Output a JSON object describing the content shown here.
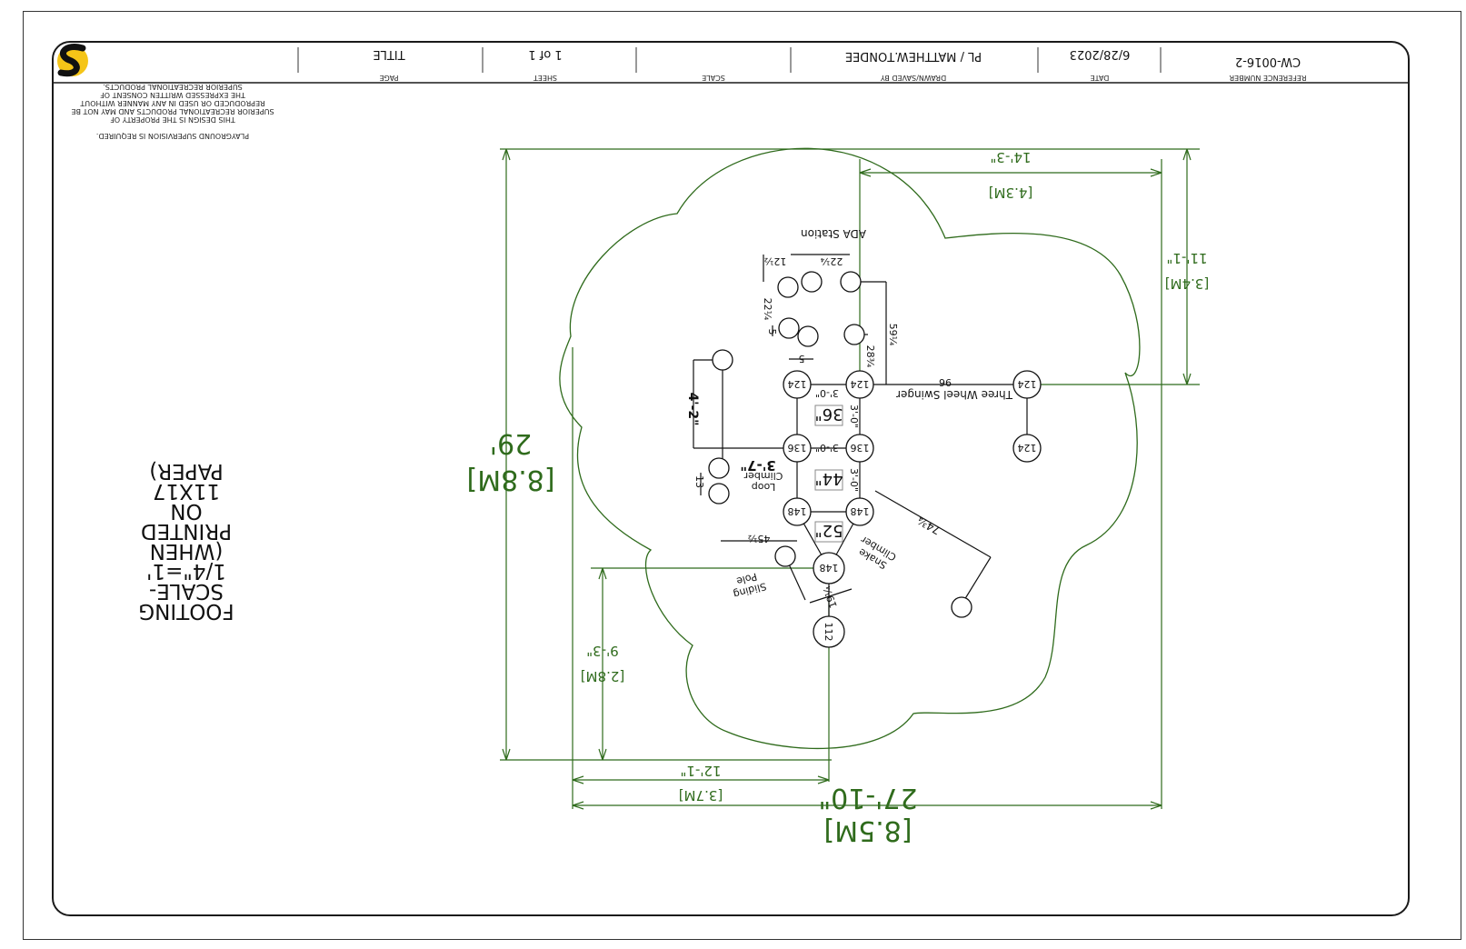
{
  "title_block": {
    "reference_number_label": "REFERENCE NUMBER",
    "reference_number": "CW-0016-2",
    "date_label": "DATE",
    "date": "6/28/2023",
    "drawn_by_label": "DRAWN/SAVED BY",
    "drawn_by": "PL / MATTHEW.TONDEE",
    "scale_label": "SCALE",
    "scale": "",
    "sheet_label": "SHEET",
    "sheet": "1 of 1",
    "page_label": "PAGE",
    "page": "TITLE"
  },
  "notice": {
    "line1": "SUPERIOR RECREATIONAL PRODUCTS.",
    "line2": "THE EXPRESSED WRITTEN CONSENT OF",
    "line3": "REPRODUCED OR USED IN ANY MANNER WITHOUT",
    "line4": "SUPERIOR RECREATIONAL PRODUCTS AND MAY NOT BE",
    "line5": "THIS DESIGN IS THE PROPERTY OF",
    "line6": "PLAYGROUND SUPERVISION IS REQUIRED."
  },
  "scale_note": {
    "line1": "FOOTING",
    "line2": "SCALE-",
    "line3": "1/4\"=1'",
    "line4": "(WHEN",
    "line5": "PRINTED",
    "line6": "ON",
    "line7": "11X17",
    "line8": "PAPER)"
  },
  "dimensions": {
    "overall_height_ft": "29'",
    "overall_height_m": "[8.8M]",
    "overall_width_ft": "27'-10\"",
    "overall_width_m": "[8.5M]",
    "top_right_ft": "14'-3\"",
    "top_right_m": "[4.3M]",
    "right_ft": "11'-1\"",
    "right_m": "[3.4M]",
    "bottom_left_ft": "12'-1\"",
    "bottom_left_m": "[3.7M]",
    "left_lower_ft": "9'-3\"",
    "left_lower_m": "[2.8M]"
  },
  "labels": {
    "ada_station": "ADA Station",
    "three_wheel_swinger": "Three Wheel Swinger",
    "loop_climber_1": "Loop",
    "loop_climber_2": "Climber",
    "snake_climber_1": "Snake",
    "snake_climber_2": "Climber",
    "sliding_pole_1": "Sliding",
    "sliding_pole_2": "Pole",
    "deck_36": "36\"",
    "deck_44": "44\"",
    "deck_52": "52\"",
    "span_3_0_a": "3'-0\"",
    "span_3_0_b": "3'-0\"",
    "span_3_0_c": "3'-0\"",
    "span_3_0_d": "3'-0\"",
    "dim_4_2": "4'-2\"",
    "dim_3_7": "3'-7\"",
    "dim_96": "96",
    "dim_12_half": "12½",
    "dim_22_quarter_a": "22¼",
    "dim_22_quarter_b": "22¼",
    "dim_5_a": "5",
    "dim_5_b": "5",
    "dim_59_quarter": "59¼",
    "dim_28_3q": "28¾",
    "dim_13": "13",
    "dim_45_half": "45½",
    "dim_19_quarter": "19¼",
    "dim_74_3q": "74¾"
  },
  "posts": {
    "p124_a": "124",
    "p124_b": "124",
    "p124_c": "124",
    "p124_d": "124",
    "p136_a": "136",
    "p136_b": "136",
    "p148_a": "148",
    "p148_b": "148",
    "p148_c": "148",
    "p112": "112"
  },
  "colors": {
    "dimension_green": "#2f6b1c",
    "drawing_black": "#111111",
    "logo_yellow": "#f5c518"
  },
  "logo": {
    "icon": "superior-s-logo"
  }
}
